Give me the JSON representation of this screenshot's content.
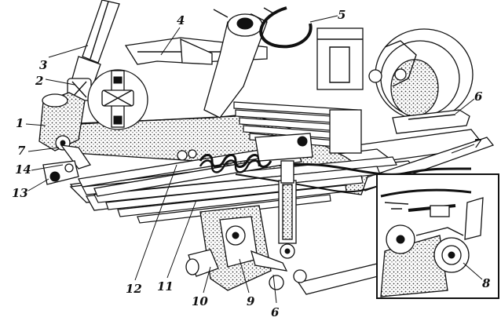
{
  "figure": {
    "callouts": [
      {
        "id": "1",
        "text": "1"
      },
      {
        "id": "2",
        "text": "2"
      },
      {
        "id": "3",
        "text": "3"
      },
      {
        "id": "4",
        "text": "4"
      },
      {
        "id": "5",
        "text": "5"
      },
      {
        "id": "6a",
        "text": "6"
      },
      {
        "id": "6b",
        "text": "6"
      },
      {
        "id": "7a",
        "text": "7"
      },
      {
        "id": "7b",
        "text": "7"
      },
      {
        "id": "8",
        "text": "8"
      },
      {
        "id": "9",
        "text": "9"
      },
      {
        "id": "10",
        "text": "10"
      },
      {
        "id": "11",
        "text": "11"
      },
      {
        "id": "12",
        "text": "12"
      },
      {
        "id": "13",
        "text": "13"
      },
      {
        "id": "14",
        "text": "14"
      }
    ]
  }
}
